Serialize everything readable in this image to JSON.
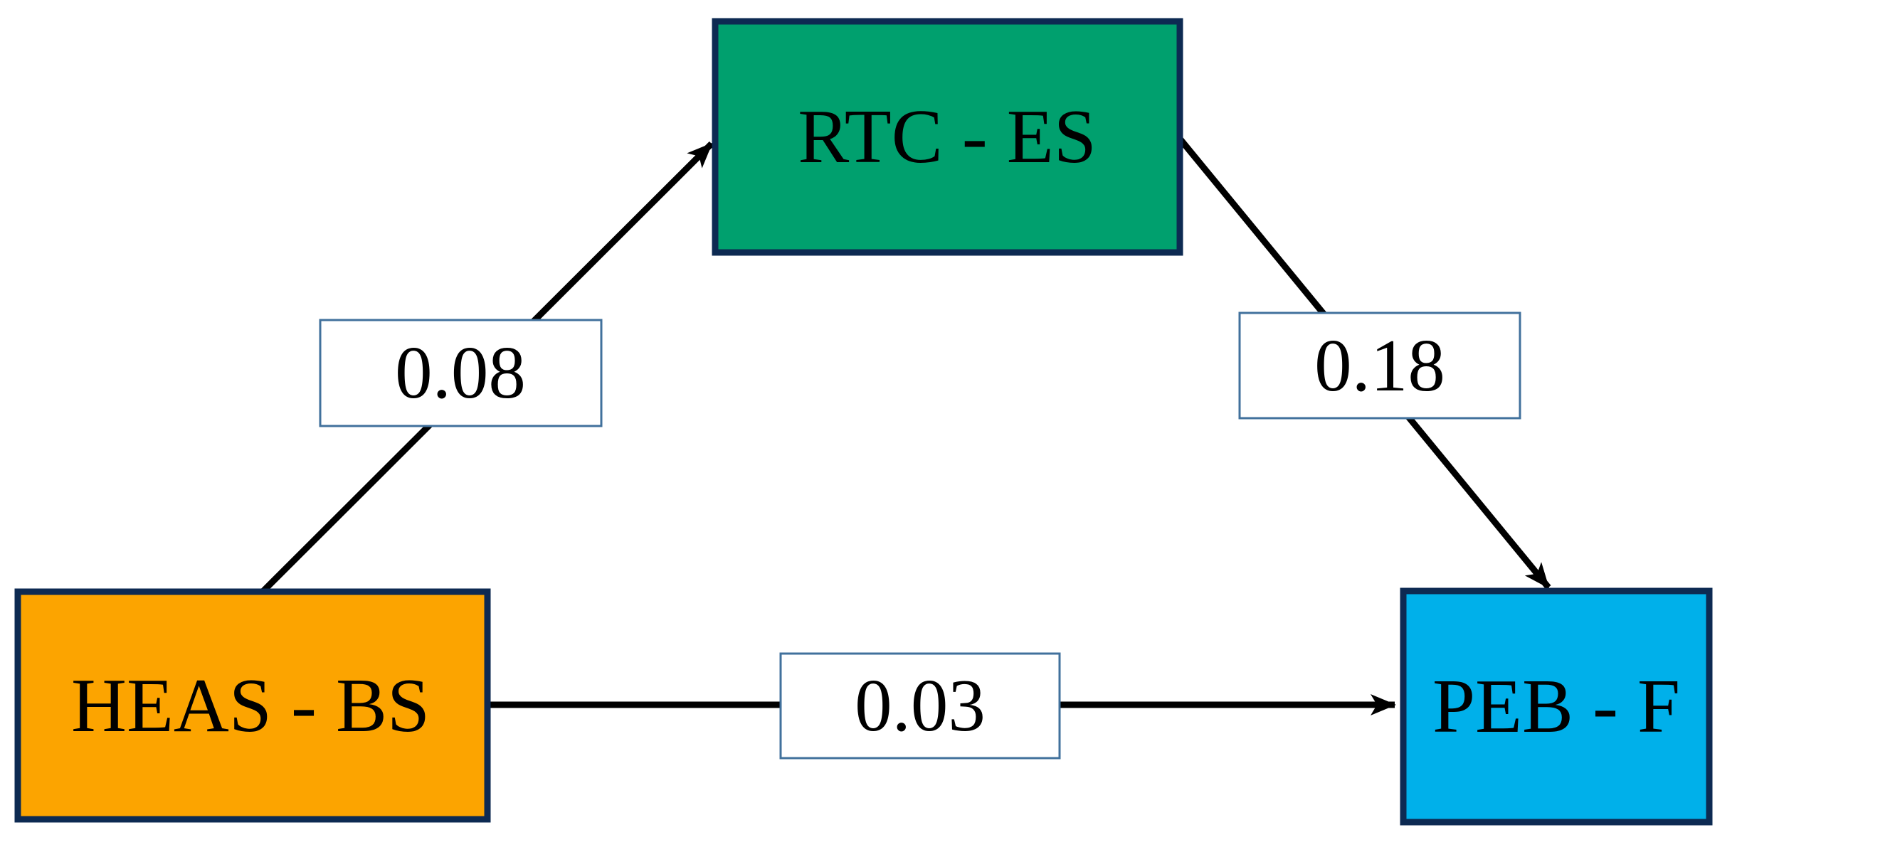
{
  "figure": {
    "type": "path-diagram",
    "background": "#FFFFFF",
    "node_border_color": "#0D2A52",
    "arrow_color": "#000000",
    "label_box": {
      "fill": "#FFFFFF",
      "border": "#41719C"
    },
    "nodes": [
      {
        "id": "rtc-es",
        "label": "RTC - ES",
        "fill": "#00A06E",
        "role": "mediator"
      },
      {
        "id": "heas-bs",
        "label": "HEAS - BS",
        "fill": "#FCA400",
        "role": "predictor"
      },
      {
        "id": "peb-f",
        "label": "PEB - F",
        "fill": "#00B0EA",
        "role": "outcome"
      }
    ],
    "edges": [
      {
        "from": "HEAS - BS",
        "to": "RTC - ES",
        "coefficient": "0.08"
      },
      {
        "from": "RTC - ES",
        "to": "PEB - F",
        "coefficient": "0.18"
      },
      {
        "from": "HEAS - BS",
        "to": "PEB - F",
        "coefficient": "0.03"
      }
    ]
  }
}
